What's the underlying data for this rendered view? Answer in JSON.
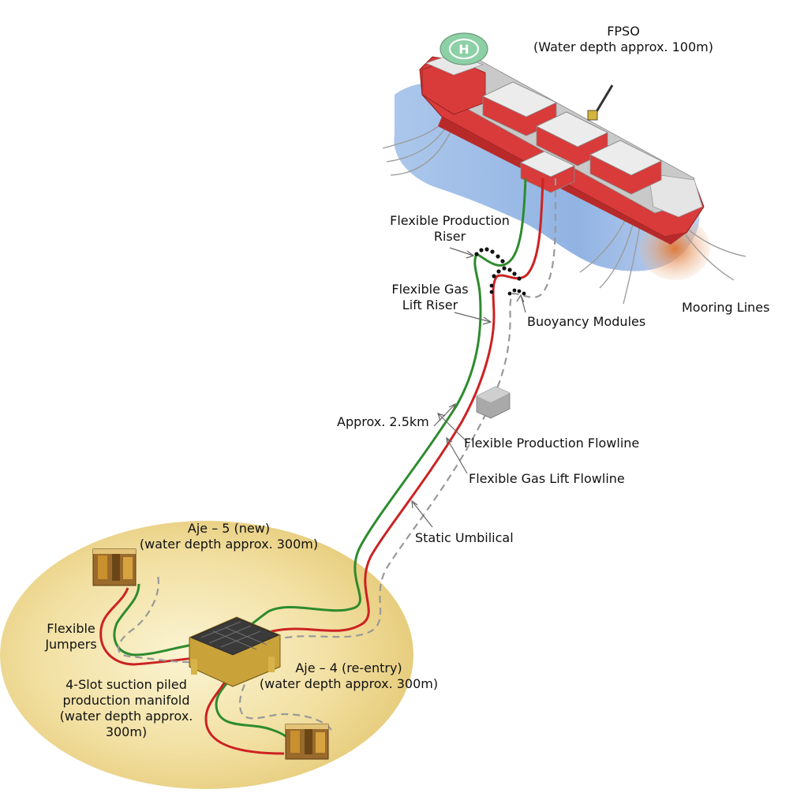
{
  "labels": {
    "fpso_line1": "FPSO",
    "fpso_line2": "(Water depth approx. 100m)",
    "prod_riser_line1": "Flexible Production",
    "prod_riser_line2": "Riser",
    "gas_riser_line1": "Flexible Gas",
    "gas_riser_line2": "Lift Riser",
    "buoyancy": "Buoyancy Modules",
    "mooring": "Mooring Lines",
    "approx_length": "Approx. 2.5km",
    "prod_flowline": "Flexible Production Flowline",
    "gas_flowline": "Flexible Gas Lift Flowline",
    "umbilical": "Static Umbilical",
    "aje5_line1": "Aje – 5 (new)",
    "aje5_line2": "(water depth approx. 300m)",
    "jumpers_line1": "Flexible",
    "jumpers_line2": "Jumpers",
    "aje4_line1": "Aje – 4 (re-entry)",
    "aje4_line2": "(water depth approx. 300m)",
    "manifold_line1": "4-Slot suction piled",
    "manifold_line2": "production manifold",
    "manifold_line3": "(water depth approx.",
    "manifold_line4": "300m)",
    "helipad_mark": "H"
  },
  "colors": {
    "production_line": "#2e8b2e",
    "gas_lift_line": "#cc2222",
    "umbilical": "#999999",
    "hull": "#d93a3a",
    "deck_module": "#e8e8e8",
    "sea_surface": "#8fb3e3",
    "seabed_field": "#f0dc9a",
    "helipad": "#8ed0a6"
  }
}
